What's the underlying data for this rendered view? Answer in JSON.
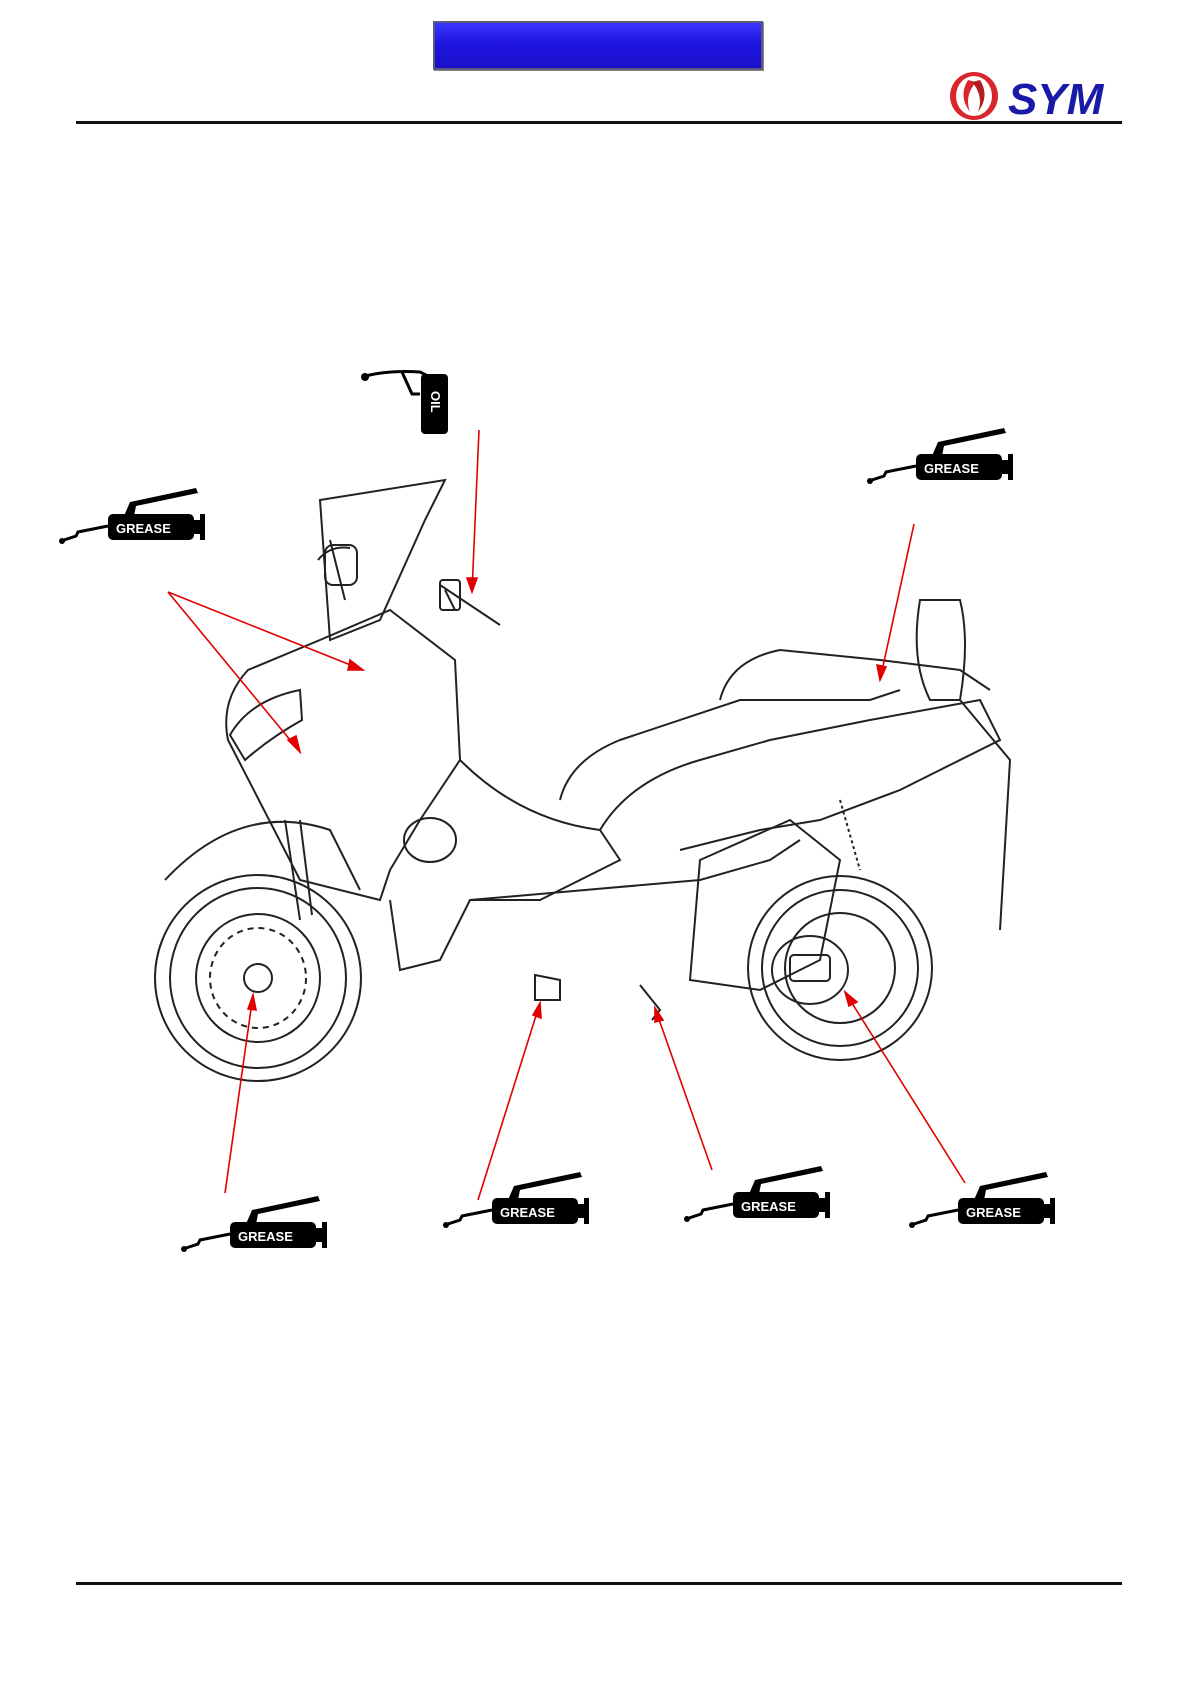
{
  "header": {
    "title_bar_color": "#2418e6",
    "brand": "SYM",
    "brand_color": "#1a1aa8",
    "logo_accent": "#d8262a"
  },
  "tools": {
    "grease_label": "GREASE",
    "oil_label": "OIL"
  },
  "figure": {
    "subject": "scooter-side-view",
    "pointer_color": "#e00000"
  }
}
